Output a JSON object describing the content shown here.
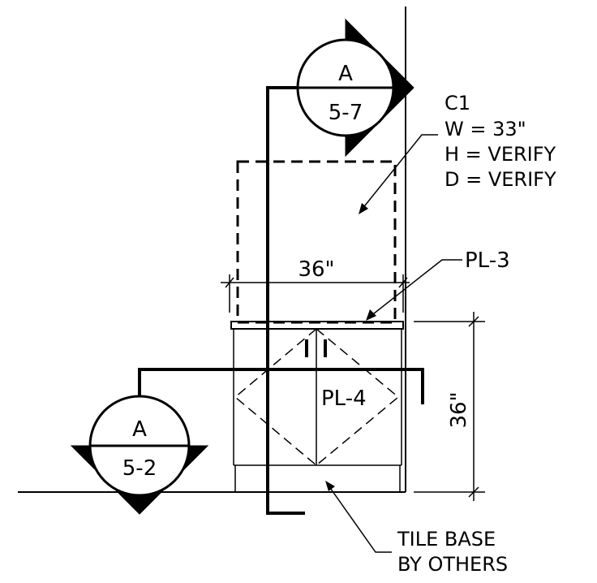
{
  "colors": {
    "line": "#000000",
    "background": "#ffffff"
  },
  "section_marker_top": {
    "letter": "A",
    "sheet": "5-7"
  },
  "section_marker_bottom": {
    "letter": "A",
    "sheet": "5-2"
  },
  "cabinet_tag": {
    "id": "C1",
    "width": "W = 33\"",
    "height": "H = VERIFY",
    "depth": "D = VERIFY"
  },
  "dimensions": {
    "horizontal": "36\"",
    "vertical": "36\""
  },
  "callouts": {
    "countertop": "PL-3",
    "door_panel": "PL-4",
    "base_line1": "TILE BASE",
    "base_line2": "BY OTHERS"
  }
}
